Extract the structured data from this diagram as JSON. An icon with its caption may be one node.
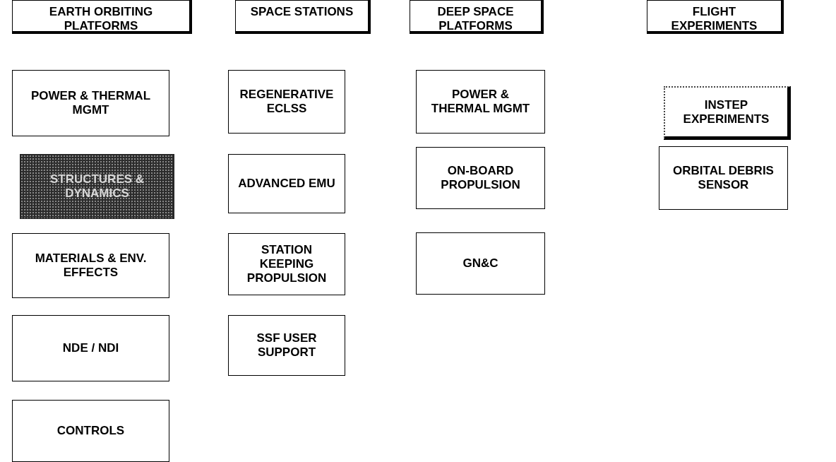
{
  "diagram": {
    "nodes": [
      {
        "text": [
          "EARTH ORBITING PLATFORMS"
        ]
      },
      {
        "text": [
          "POWER & THERMAL MGMT"
        ]
      },
      {
        "text": [
          "STRUCTURES & DYNAMICS"
        ]
      },
      {
        "text": [
          "MATERIALS & ENV. EFFECTS"
        ]
      },
      {
        "text": [
          "NDE / NDI"
        ]
      },
      {
        "text": [
          "CONTROLS"
        ]
      },
      {
        "text": [
          "SPACE STATIONS"
        ]
      },
      {
        "text": [
          "REGENERATIVE ECLSS"
        ]
      },
      {
        "text": [
          "ADVANCED EMU"
        ]
      },
      {
        "text": [
          "STATION KEEPING PROPULSION"
        ]
      },
      {
        "text": [
          "SSF USER SUPPORT"
        ]
      },
      {
        "text": [
          "DEEP SPACE PLATFORMS"
        ]
      },
      {
        "text": [
          "POWER & THERMAL MGMT"
        ]
      },
      {
        "text": [
          "ON-BOARD PROPULSION"
        ]
      },
      {
        "text": [
          "GN&C"
        ]
      },
      {
        "text": [
          "FLIGHT EXPERIMENTS"
        ]
      },
      {
        "text": [
          "INSTEP EXPERIMENTS"
        ]
      },
      {
        "text": [
          "ORBITAL DEBRIS SENSOR"
        ]
      }
    ]
  }
}
